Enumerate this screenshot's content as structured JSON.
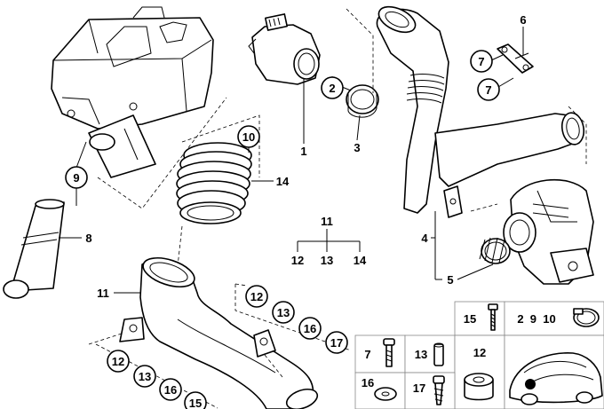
{
  "diagram": {
    "callouts": {
      "c10": "10",
      "c2": "2",
      "c9": "9",
      "c7a": "7",
      "c7b": "7",
      "c12a": "12",
      "c13a": "13",
      "c16a": "16",
      "c17a": "17",
      "c12b": "12",
      "c13b": "13",
      "c16b": "16",
      "c15b": "15"
    },
    "labels": {
      "l1": "1",
      "l3": "3",
      "l4": "4",
      "l5": "5",
      "l6": "6",
      "l8": "8",
      "l11a": "11",
      "l14": "14",
      "l11b": "11",
      "grp11": "11",
      "grp12": "12",
      "grp13": "13",
      "grp14": "14"
    },
    "parts_table": {
      "c15": "15",
      "c2910": "2  9  10",
      "c7": "7",
      "c13": "13",
      "c12": "12",
      "c16": "16",
      "c17": "17"
    }
  }
}
